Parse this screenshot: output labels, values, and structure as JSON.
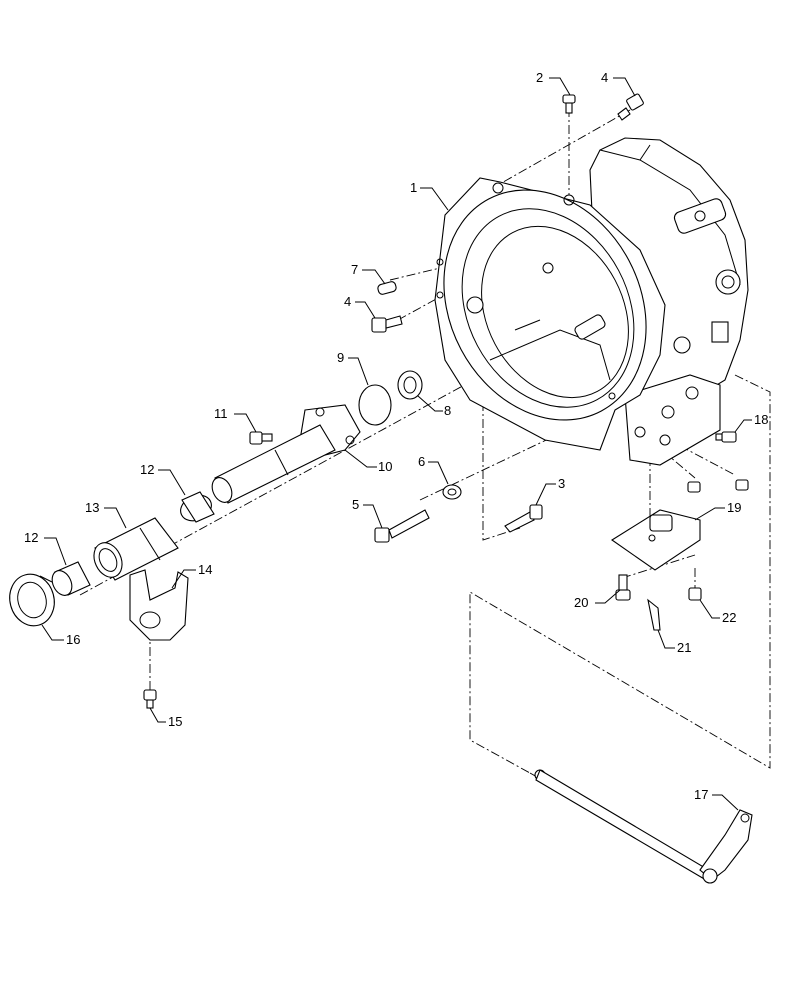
{
  "callouts": [
    {
      "id": "c1",
      "text": "1"
    },
    {
      "id": "c2",
      "text": "2"
    },
    {
      "id": "c3",
      "text": "3"
    },
    {
      "id": "c4a",
      "text": "4"
    },
    {
      "id": "c4b",
      "text": "4"
    },
    {
      "id": "c5",
      "text": "5"
    },
    {
      "id": "c6",
      "text": "6"
    },
    {
      "id": "c7",
      "text": "7"
    },
    {
      "id": "c8",
      "text": "8"
    },
    {
      "id": "c9",
      "text": "9"
    },
    {
      "id": "c10",
      "text": "10"
    },
    {
      "id": "c11",
      "text": "11"
    },
    {
      "id": "c12a",
      "text": "12"
    },
    {
      "id": "c12b",
      "text": "12"
    },
    {
      "id": "c13",
      "text": "13"
    },
    {
      "id": "c14",
      "text": "14"
    },
    {
      "id": "c15",
      "text": "15"
    },
    {
      "id": "c16",
      "text": "16"
    },
    {
      "id": "c17",
      "text": "17"
    },
    {
      "id": "c18",
      "text": "18"
    },
    {
      "id": "c19",
      "text": "19"
    },
    {
      "id": "c20",
      "text": "20"
    },
    {
      "id": "c21",
      "text": "21"
    },
    {
      "id": "c22",
      "text": "22"
    }
  ]
}
